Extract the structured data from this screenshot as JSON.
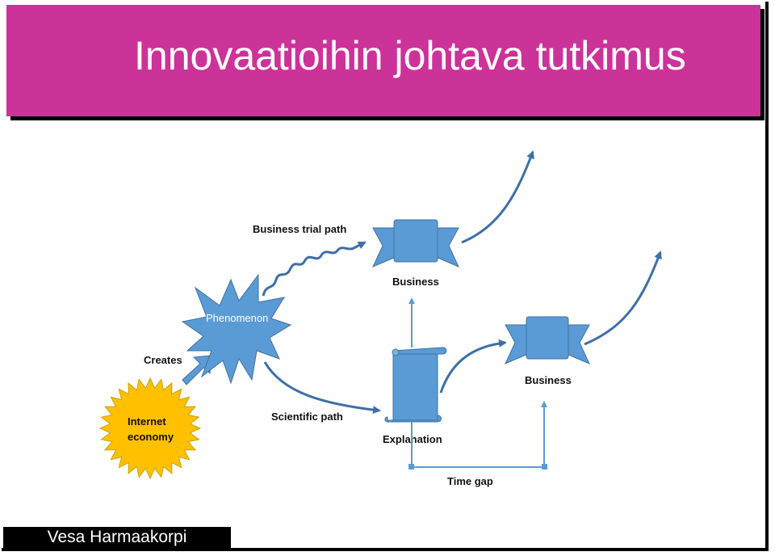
{
  "slide": {
    "title": "Innovaatioihin johtava tutkimus",
    "footer": "Vesa Harmaakorpi"
  },
  "diagram": {
    "labels": {
      "business_trial_path": "Business trial path",
      "business_top": "Business",
      "phenomenon": "Phenomenon",
      "creates": "Creates",
      "internet": "Internet",
      "economy": "economy",
      "scientific_path": "Scientific path",
      "explanation": "Explanation",
      "business_right": "Business",
      "time_gap": "Time gap"
    },
    "colors": {
      "title_bar": "#cc3399",
      "shape_fill": "#5b9bd5",
      "shape_stroke": "#41719c",
      "arrow": "#3e6fa3",
      "sun_fill": "#ffc000"
    }
  }
}
